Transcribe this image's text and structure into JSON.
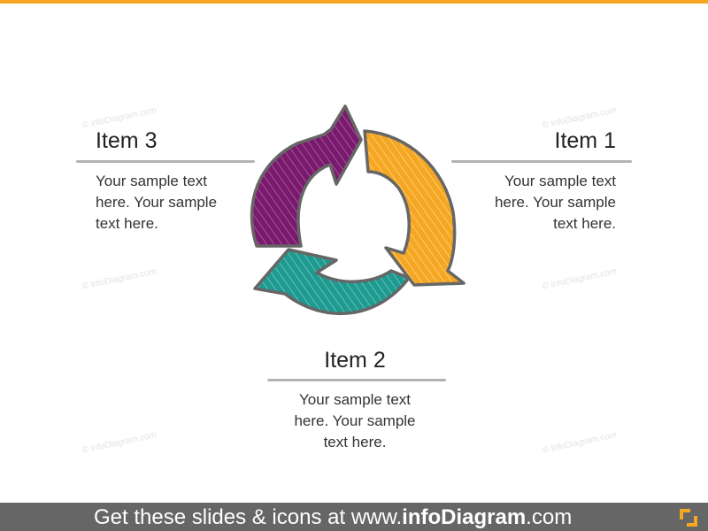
{
  "items": [
    {
      "title": "Item 1",
      "text_lines": [
        "Your sample text",
        "here. Your sample",
        "text here."
      ],
      "color": "#f5a623"
    },
    {
      "title": "Item 2",
      "text_lines": [
        "Your sample text",
        "here. Your sample",
        "text here."
      ],
      "color": "#1e9a90"
    },
    {
      "title": "Item 3",
      "text_lines": [
        "Your sample text",
        "here. Your sample",
        "text here."
      ],
      "color": "#7a1a6e"
    }
  ],
  "watermark": "© infoDiagram.com",
  "footer": {
    "prefix": "Get these slides & icons at www.",
    "brand": "infoDiagram",
    "suffix": ".com"
  },
  "colors": {
    "accent": "#f5a623",
    "footer_bg": "#666666",
    "outline": "#666666"
  }
}
